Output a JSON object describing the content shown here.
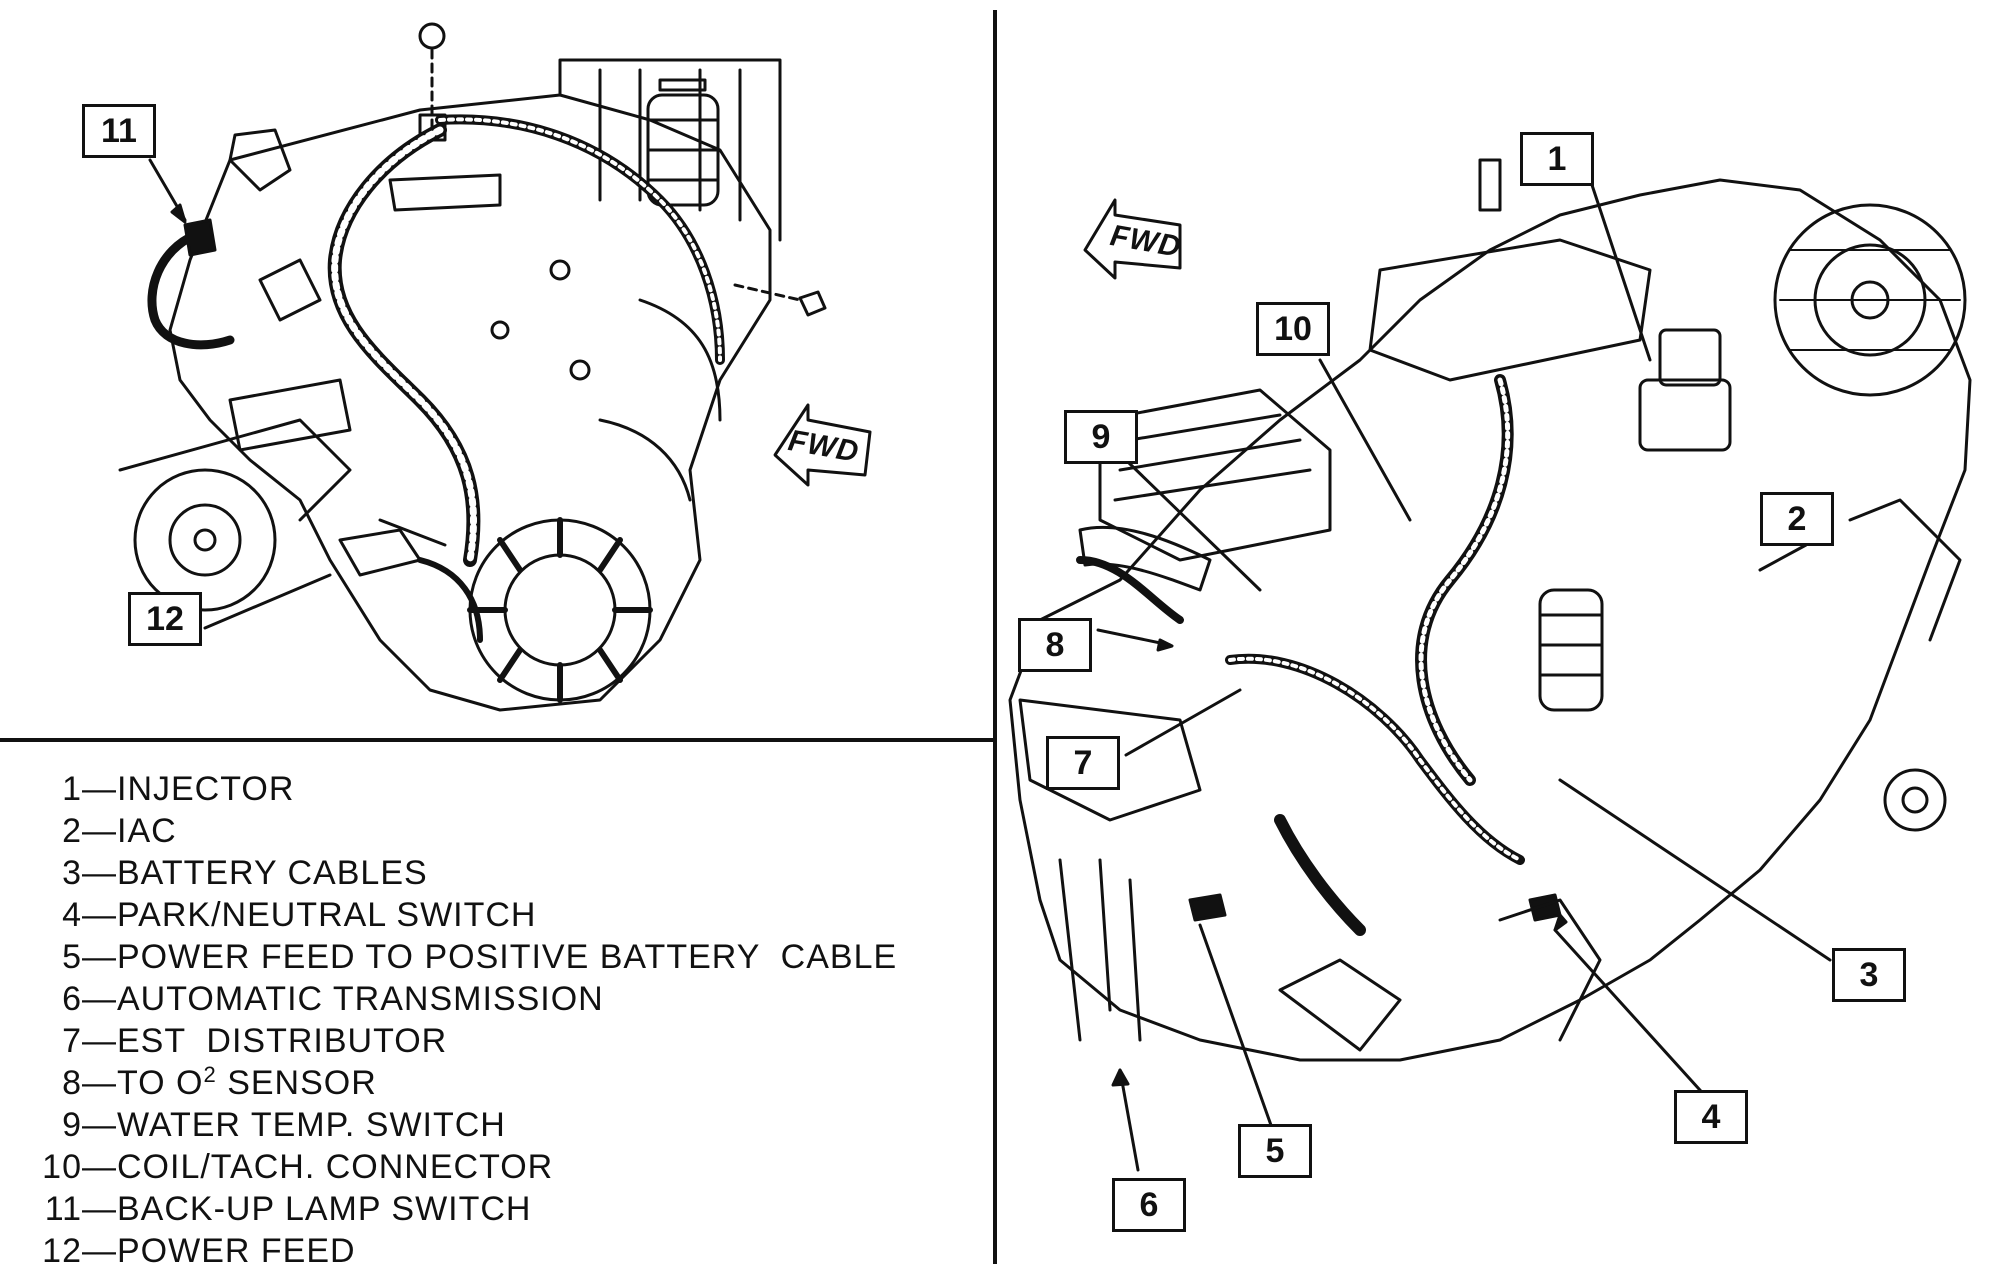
{
  "legend": {
    "items": [
      {
        "num": "1",
        "label": "INJECTOR"
      },
      {
        "num": "2",
        "label": "IAC"
      },
      {
        "num": "3",
        "label": "BATTERY CABLES"
      },
      {
        "num": "4",
        "label": "PARK/NEUTRAL SWITCH"
      },
      {
        "num": "5",
        "label": "POWER FEED TO POSITIVE BATTERY  CABLE"
      },
      {
        "num": "6",
        "label": "AUTOMATIC TRANSMISSION"
      },
      {
        "num": "7",
        "label": "EST  DISTRIBUTOR"
      },
      {
        "num": "8",
        "label": "TO O",
        "sup": "2",
        "tail": " SENSOR"
      },
      {
        "num": "9",
        "label": "WATER TEMP. SWITCH"
      },
      {
        "num": "10",
        "label": "COIL/TACH. CONNECTOR"
      },
      {
        "num": "11",
        "label": "BACK-UP LAMP SWITCH"
      },
      {
        "num": "12",
        "label": "POWER FEED"
      }
    ]
  },
  "callouts": {
    "c1": "1",
    "c2": "2",
    "c3": "3",
    "c4": "4",
    "c5": "5",
    "c6": "6",
    "c7": "7",
    "c8": "8",
    "c9": "9",
    "c10": "10",
    "c11": "11",
    "c12": "12"
  },
  "fwd_label_left": "FWD",
  "fwd_label_right": "FWD",
  "colors": {
    "ink": "#111111",
    "paper": "#ffffff"
  }
}
